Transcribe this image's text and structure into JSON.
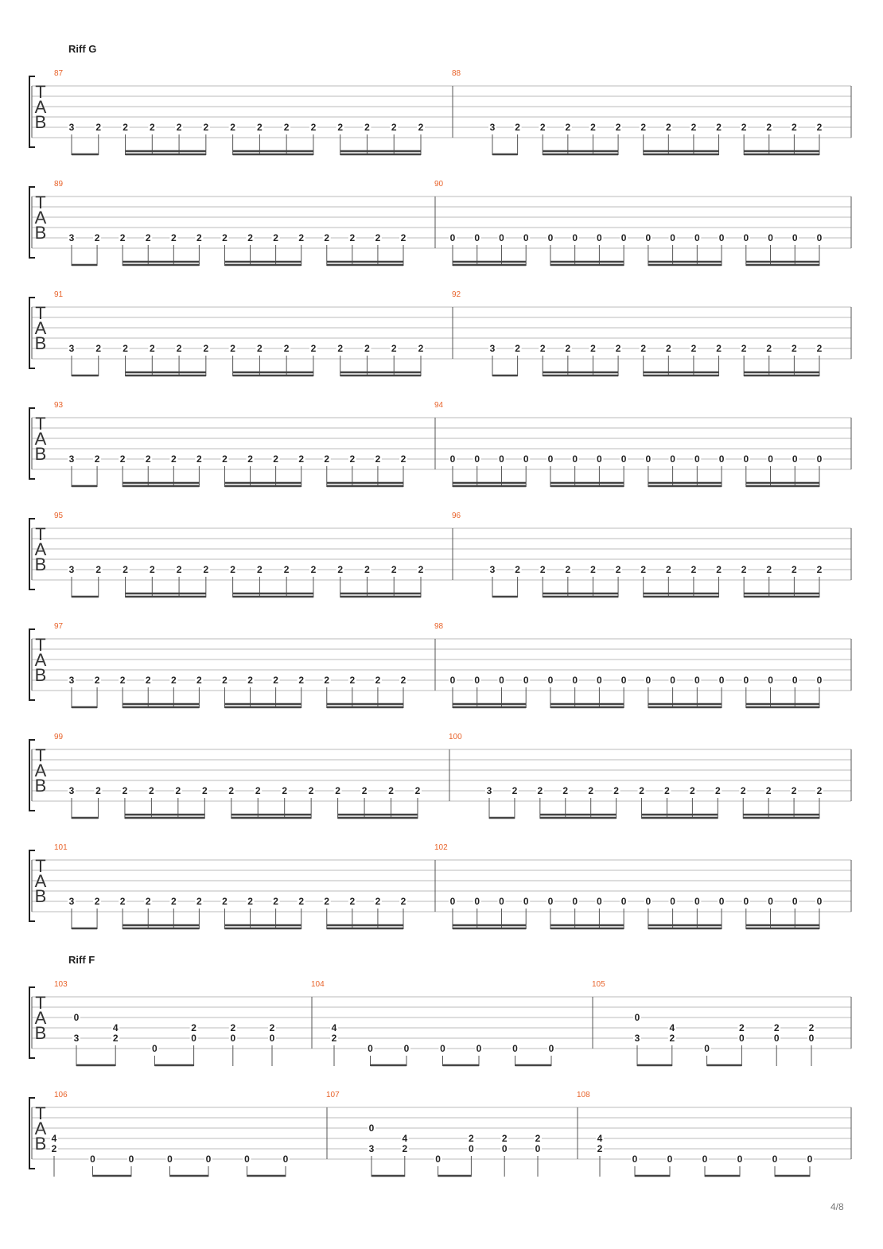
{
  "page": {
    "number": "4/8"
  },
  "colors": {
    "measure_number": "#e8642c",
    "ink": "#222222",
    "staff_line": "#bbbbbb"
  },
  "sections": [
    {
      "label": "Riff G"
    },
    {
      "label": "Riff F"
    }
  ],
  "clef_letters": [
    "T",
    "A",
    "B"
  ],
  "systems": [
    {
      "measures": [
        {
          "number": "87",
          "pattern": "A"
        },
        {
          "number": "88",
          "pattern": "A"
        }
      ]
    },
    {
      "measures": [
        {
          "number": "89",
          "pattern": "A"
        },
        {
          "number": "90",
          "pattern": "B"
        }
      ]
    },
    {
      "measures": [
        {
          "number": "91",
          "pattern": "A"
        },
        {
          "number": "92",
          "pattern": "A"
        }
      ]
    },
    {
      "measures": [
        {
          "number": "93",
          "pattern": "A"
        },
        {
          "number": "94",
          "pattern": "B"
        }
      ]
    },
    {
      "measures": [
        {
          "number": "95",
          "pattern": "A"
        },
        {
          "number": "96",
          "pattern": "A"
        }
      ]
    },
    {
      "measures": [
        {
          "number": "97",
          "pattern": "A"
        },
        {
          "number": "98",
          "pattern": "B"
        }
      ]
    },
    {
      "measures": [
        {
          "number": "99",
          "pattern": "A"
        },
        {
          "number": "100",
          "pattern": "A"
        }
      ]
    },
    {
      "measures": [
        {
          "number": "101",
          "pattern": "A"
        },
        {
          "number": "102",
          "pattern": "B"
        }
      ]
    },
    {
      "measures": [
        {
          "number": "103",
          "pattern": "C"
        },
        {
          "number": "104",
          "pattern": "D"
        },
        {
          "number": "105",
          "pattern": "C"
        }
      ]
    },
    {
      "measures": [
        {
          "number": "106",
          "pattern": "D"
        },
        {
          "number": "107",
          "pattern": "C"
        },
        {
          "number": "108",
          "pattern": "D"
        }
      ]
    }
  ],
  "patterns": {
    "A": {
      "beats": [
        {
          "notes": [
            {
              "string": 5,
              "fret": "3"
            }
          ]
        },
        {
          "notes": [
            {
              "string": 5,
              "fret": "2"
            }
          ]
        },
        {
          "notes": [
            {
              "string": 5,
              "fret": "2"
            }
          ]
        },
        {
          "notes": [
            {
              "string": 5,
              "fret": "2"
            }
          ]
        },
        {
          "notes": [
            {
              "string": 5,
              "fret": "2"
            }
          ]
        },
        {
          "notes": [
            {
              "string": 5,
              "fret": "2"
            }
          ]
        },
        {
          "notes": [
            {
              "string": 5,
              "fret": "2"
            }
          ]
        },
        {
          "notes": [
            {
              "string": 5,
              "fret": "2"
            }
          ]
        },
        {
          "notes": [
            {
              "string": 5,
              "fret": "2"
            }
          ]
        },
        {
          "notes": [
            {
              "string": 5,
              "fret": "2"
            }
          ]
        },
        {
          "notes": [
            {
              "string": 5,
              "fret": "2"
            }
          ]
        },
        {
          "notes": [
            {
              "string": 5,
              "fret": "2"
            }
          ]
        },
        {
          "notes": [
            {
              "string": 5,
              "fret": "2"
            }
          ]
        },
        {
          "notes": [
            {
              "string": 5,
              "fret": "2"
            }
          ]
        }
      ],
      "groups": [
        {
          "beats": [
            0,
            1
          ],
          "level": 1
        },
        {
          "beats": [
            2,
            5
          ],
          "level": 2
        },
        {
          "beats": [
            6,
            9
          ],
          "level": 2
        },
        {
          "beats": [
            10,
            13
          ],
          "level": 2
        }
      ]
    },
    "B": {
      "beats": [
        {
          "notes": [
            {
              "string": 5,
              "fret": "0"
            }
          ]
        },
        {
          "notes": [
            {
              "string": 5,
              "fret": "0"
            }
          ]
        },
        {
          "notes": [
            {
              "string": 5,
              "fret": "0"
            }
          ]
        },
        {
          "notes": [
            {
              "string": 5,
              "fret": "0"
            }
          ]
        },
        {
          "notes": [
            {
              "string": 5,
              "fret": "0"
            }
          ]
        },
        {
          "notes": [
            {
              "string": 5,
              "fret": "0"
            }
          ]
        },
        {
          "notes": [
            {
              "string": 5,
              "fret": "0"
            }
          ]
        },
        {
          "notes": [
            {
              "string": 5,
              "fret": "0"
            }
          ]
        },
        {
          "notes": [
            {
              "string": 5,
              "fret": "0"
            }
          ]
        },
        {
          "notes": [
            {
              "string": 5,
              "fret": "0"
            }
          ]
        },
        {
          "notes": [
            {
              "string": 5,
              "fret": "0"
            }
          ]
        },
        {
          "notes": [
            {
              "string": 5,
              "fret": "0"
            }
          ]
        },
        {
          "notes": [
            {
              "string": 5,
              "fret": "0"
            }
          ]
        },
        {
          "notes": [
            {
              "string": 5,
              "fret": "0"
            }
          ]
        },
        {
          "notes": [
            {
              "string": 5,
              "fret": "0"
            }
          ]
        },
        {
          "notes": [
            {
              "string": 5,
              "fret": "0"
            }
          ]
        }
      ],
      "groups": [
        {
          "beats": [
            0,
            3
          ],
          "level": 2
        },
        {
          "beats": [
            4,
            7
          ],
          "level": 2
        },
        {
          "beats": [
            8,
            11
          ],
          "level": 2
        },
        {
          "beats": [
            12,
            15
          ],
          "level": 2
        }
      ]
    },
    "C": {
      "beats": [
        {
          "notes": [
            {
              "string": 3,
              "fret": "0"
            },
            {
              "string": 5,
              "fret": "3"
            }
          ]
        },
        {
          "notes": [
            {
              "string": 4,
              "fret": "4"
            },
            {
              "string": 5,
              "fret": "2"
            }
          ]
        },
        {
          "notes": [
            {
              "string": 6,
              "fret": "0"
            }
          ]
        },
        {
          "notes": [
            {
              "string": 4,
              "fret": "2"
            },
            {
              "string": 5,
              "fret": "0"
            }
          ]
        },
        {
          "notes": [
            {
              "string": 4,
              "fret": "2"
            },
            {
              "string": 5,
              "fret": "0"
            }
          ]
        },
        {
          "notes": [
            {
              "string": 4,
              "fret": "2"
            },
            {
              "string": 5,
              "fret": "0"
            }
          ]
        }
      ],
      "groups": [
        {
          "beats": [
            0,
            1
          ],
          "level": 1
        },
        {
          "beats": [
            2,
            3
          ],
          "level": 1
        },
        {
          "beats": [
            4,
            4
          ],
          "level": 0
        },
        {
          "beats": [
            5,
            5
          ],
          "level": 0
        }
      ]
    },
    "D": {
      "beats": [
        {
          "notes": [
            {
              "string": 4,
              "fret": "4"
            },
            {
              "string": 5,
              "fret": "2"
            }
          ]
        },
        {
          "notes": [
            {
              "string": 6,
              "fret": "0"
            }
          ]
        },
        {
          "notes": [
            {
              "string": 6,
              "fret": "0"
            }
          ]
        },
        {
          "notes": [
            {
              "string": 6,
              "fret": "0"
            }
          ]
        },
        {
          "notes": [
            {
              "string": 6,
              "fret": "0"
            }
          ]
        },
        {
          "notes": [
            {
              "string": 6,
              "fret": "0"
            }
          ]
        },
        {
          "notes": [
            {
              "string": 6,
              "fret": "0"
            }
          ]
        }
      ],
      "groups": [
        {
          "beats": [
            0,
            0
          ],
          "level": 0
        },
        {
          "beats": [
            1,
            2
          ],
          "level": 1
        },
        {
          "beats": [
            3,
            4
          ],
          "level": 1
        },
        {
          "beats": [
            5,
            6
          ],
          "level": 1
        }
      ]
    }
  }
}
